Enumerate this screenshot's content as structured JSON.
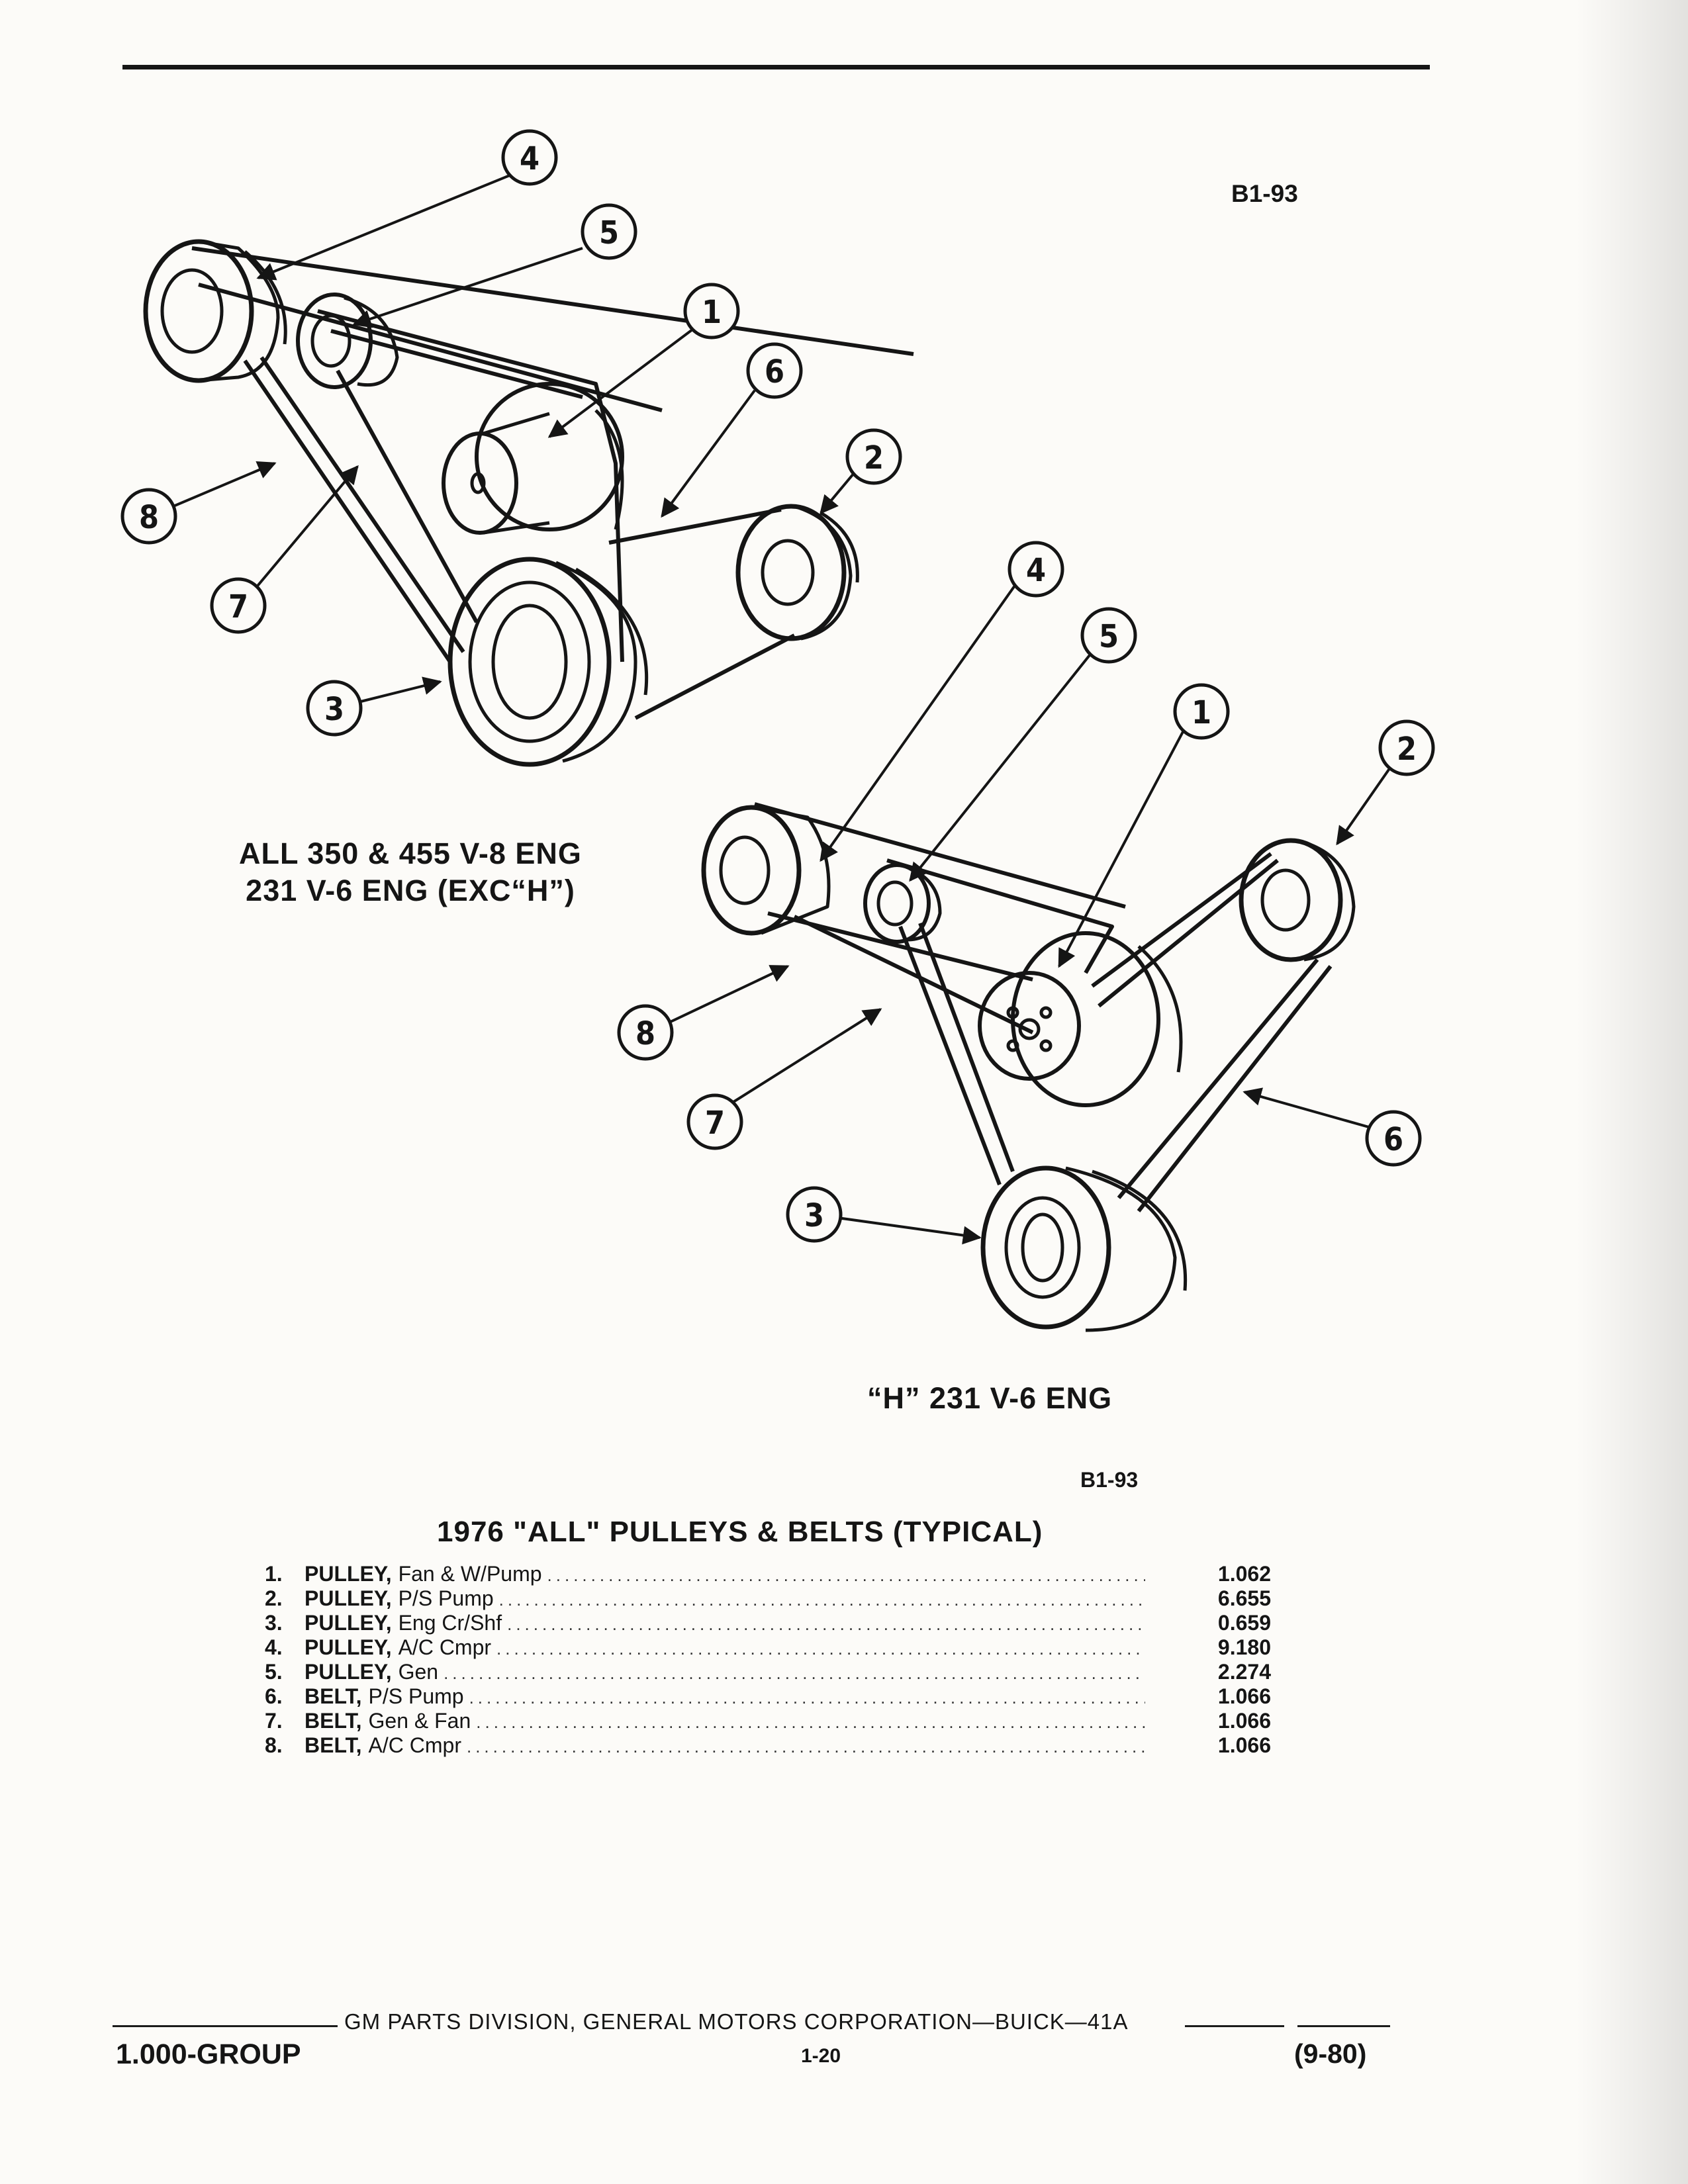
{
  "figure": {
    "code_top": "B1-93",
    "code_bottom": "B1-93",
    "caption_top_line1": "ALL 350 & 455 V-8 ENG",
    "caption_top_line2": "231 V-6 ENG (EXC“H”)",
    "caption_bottom": "“H” 231 V-6 ENG",
    "callouts": [
      "1",
      "2",
      "3",
      "4",
      "5",
      "6",
      "7",
      "8"
    ]
  },
  "parts": {
    "title": "1976 \"ALL\" PULLEYS & BELTS (TYPICAL)",
    "items": [
      {
        "num": "1.",
        "name": "PULLEY,",
        "desc": "Fan & W/Pump",
        "code": "1.062"
      },
      {
        "num": "2.",
        "name": "PULLEY,",
        "desc": "P/S Pump",
        "code": "6.655"
      },
      {
        "num": "3.",
        "name": "PULLEY,",
        "desc": "Eng Cr/Shf",
        "code": "0.659"
      },
      {
        "num": "4.",
        "name": "PULLEY,",
        "desc": "A/C Cmpr",
        "code": "9.180"
      },
      {
        "num": "5.",
        "name": "PULLEY,",
        "desc": "Gen",
        "code": "2.274"
      },
      {
        "num": "6.",
        "name": "BELT,",
        "desc": "P/S Pump",
        "code": "1.066"
      },
      {
        "num": "7.",
        "name": "BELT,",
        "desc": "Gen & Fan",
        "code": "1.066"
      },
      {
        "num": "8.",
        "name": "BELT,",
        "desc": "A/C Cmpr",
        "code": "1.066"
      }
    ]
  },
  "footer": {
    "center": "GM PARTS DIVISION, GENERAL MOTORS CORPORATION—BUICK—41A",
    "group": "1.000-GROUP",
    "page": "1-20",
    "date": "(9-80)"
  }
}
